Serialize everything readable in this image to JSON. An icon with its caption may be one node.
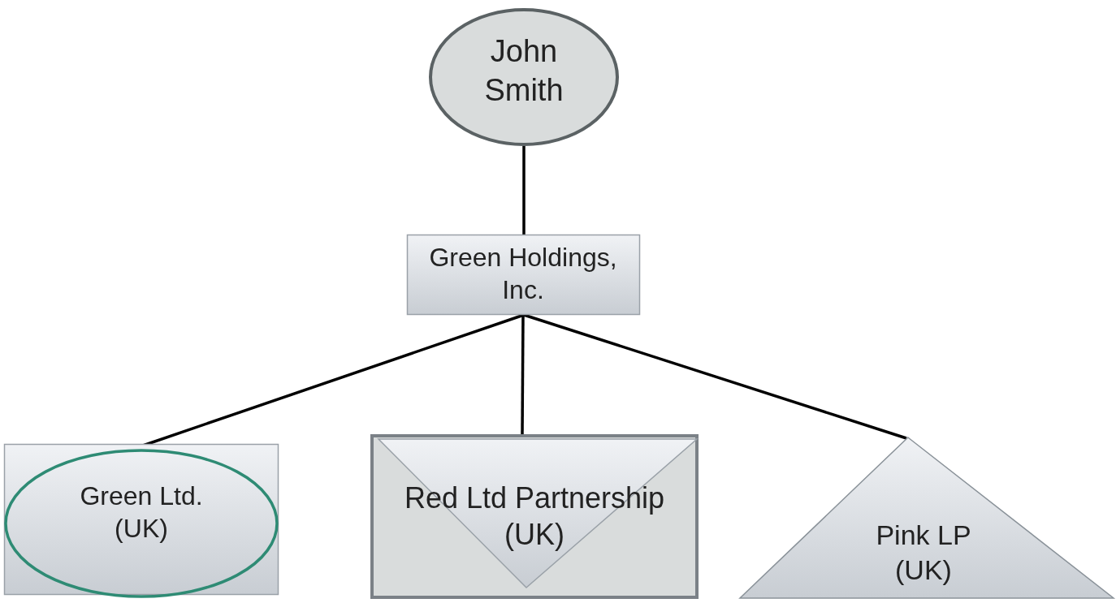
{
  "diagram": {
    "nodes": [
      {
        "text": [
          "John Smith"
        ]
      },
      {
        "text": [
          "Green Holdings, Inc."
        ]
      },
      {
        "text": [
          "Green Ltd. (UK)"
        ]
      },
      {
        "text": [
          "Red Ltd Partnership (UK)"
        ]
      },
      {
        "text": [
          "Pink LP (UK)"
        ]
      }
    ],
    "edges": [
      {
        "from": 0,
        "to": 1,
        "arrow": "none"
      },
      {
        "from": 1,
        "to": 2,
        "arrow": "none"
      },
      {
        "from": 1,
        "to": 3,
        "arrow": "none"
      },
      {
        "from": 1,
        "to": 4,
        "arrow": "none"
      }
    ]
  }
}
